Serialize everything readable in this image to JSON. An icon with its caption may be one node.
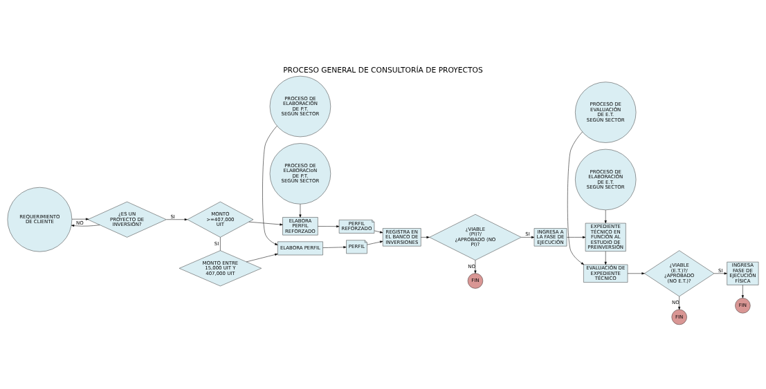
{
  "diagram": {
    "title": "PROCESO GENERAL DE CONSULTORÍA DE PROYECTOS",
    "nodes": [
      {
        "text": [
          "REQUERIMIENTO DE CLIENTE"
        ]
      },
      {
        "text": [
          "¿ES UN PROYECTO DE INVERSIÓN?"
        ]
      },
      {
        "text": [
          "MONTO >=407,000 UIT"
        ]
      },
      {
        "text": [
          "PROCESO DE ELABORACIoN DE P.T. SEGÚN SECTOR"
        ]
      },
      {
        "text": [
          "ELABORA PERFIL REFORZADO"
        ]
      },
      {
        "text": [
          "PERFIL REFORZADO"
        ]
      },
      {
        "text": [
          "MONTO ENTRE 15,000 UIT Y 407,000 UIT"
        ]
      },
      {
        "text": [
          "ELABORA PERFIL"
        ]
      },
      {
        "text": [
          "PERFIL"
        ]
      },
      {
        "text": [
          "PROCESO DE ELABORACIÓN DE P.T. SEGÚN SECTOR"
        ]
      },
      {
        "text": [
          "REGISTRA EN EL BANCO DE INVERSIONES"
        ]
      },
      {
        "text": [
          "¿VIABLE (PI)?/ ¿APROBADO (NO PI)?"
        ]
      },
      {
        "text": [
          "FIN"
        ]
      },
      {
        "text": [
          "INGRESA A LA FASE DE EJECUCIÓN"
        ]
      },
      {
        "text": [
          "PROCESO DE ELABORACIÓN DE E.T. SEGÚN SECTOR"
        ]
      },
      {
        "text": [
          "EXPEDIENTE TÉCNICO EN FUNCIÓN AL ESTUDIO DE PREINVERSIÓN"
        ]
      },
      {
        "text": [
          "EVALUACIÓN DE EXPEDIENTE TÉCNICO"
        ]
      },
      {
        "text": [
          "PROCESO DE EVALUACIÓN DE E.T. SEGÚN SECTOR"
        ]
      },
      {
        "text": [
          "¿VIABLE (E.T.)?/ ¿APROBADO (NO E.T.)?"
        ]
      },
      {
        "text": [
          "FIN"
        ]
      },
      {
        "text": [
          "INGRESA FASE DE EJECUCIÓN FÍSICA"
        ]
      },
      {
        "text": [
          "FIN"
        ]
      }
    ],
    "edges": [
      {
        "from": 0,
        "to": 1,
        "arrow": "to"
      },
      {
        "from": 1,
        "to": 2,
        "arrow": "to",
        "label": "SI"
      },
      {
        "from": 1,
        "to": 0,
        "arrow": "to",
        "label": "NO"
      },
      {
        "from": 2,
        "to": 4,
        "arrow": "to"
      },
      {
        "from": 2,
        "to": 6,
        "arrow": "none",
        "label": "SI"
      },
      {
        "from": 3,
        "to": 4,
        "arrow": "to"
      },
      {
        "from": 4,
        "to": 5,
        "arrow": "to"
      },
      {
        "from": 6,
        "to": 7,
        "arrow": "to"
      },
      {
        "from": 7,
        "to": 8,
        "arrow": "to"
      },
      {
        "from": 9,
        "to": 7,
        "arrow": "to"
      },
      {
        "from": 5,
        "to": 10,
        "arrow": "to"
      },
      {
        "from": 8,
        "to": 10,
        "arrow": "to"
      },
      {
        "from": 10,
        "to": 11,
        "arrow": "to"
      },
      {
        "from": 11,
        "to": 13,
        "arrow": "to",
        "label": "SI"
      },
      {
        "from": 11,
        "to": 12,
        "arrow": "to",
        "label": "NO"
      },
      {
        "from": 13,
        "to": 15,
        "arrow": "to"
      },
      {
        "from": 14,
        "to": 15,
        "arrow": "to"
      },
      {
        "from": 15,
        "to": 16,
        "arrow": "to"
      },
      {
        "from": 17,
        "to": 16,
        "arrow": "to"
      },
      {
        "from": 16,
        "to": 18,
        "arrow": "to"
      },
      {
        "from": 18,
        "to": 19,
        "arrow": "to",
        "label": "NO"
      },
      {
        "from": 18,
        "to": 20,
        "arrow": "to",
        "label": "SI"
      },
      {
        "from": 20,
        "to": 21,
        "arrow": "to"
      }
    ]
  }
}
